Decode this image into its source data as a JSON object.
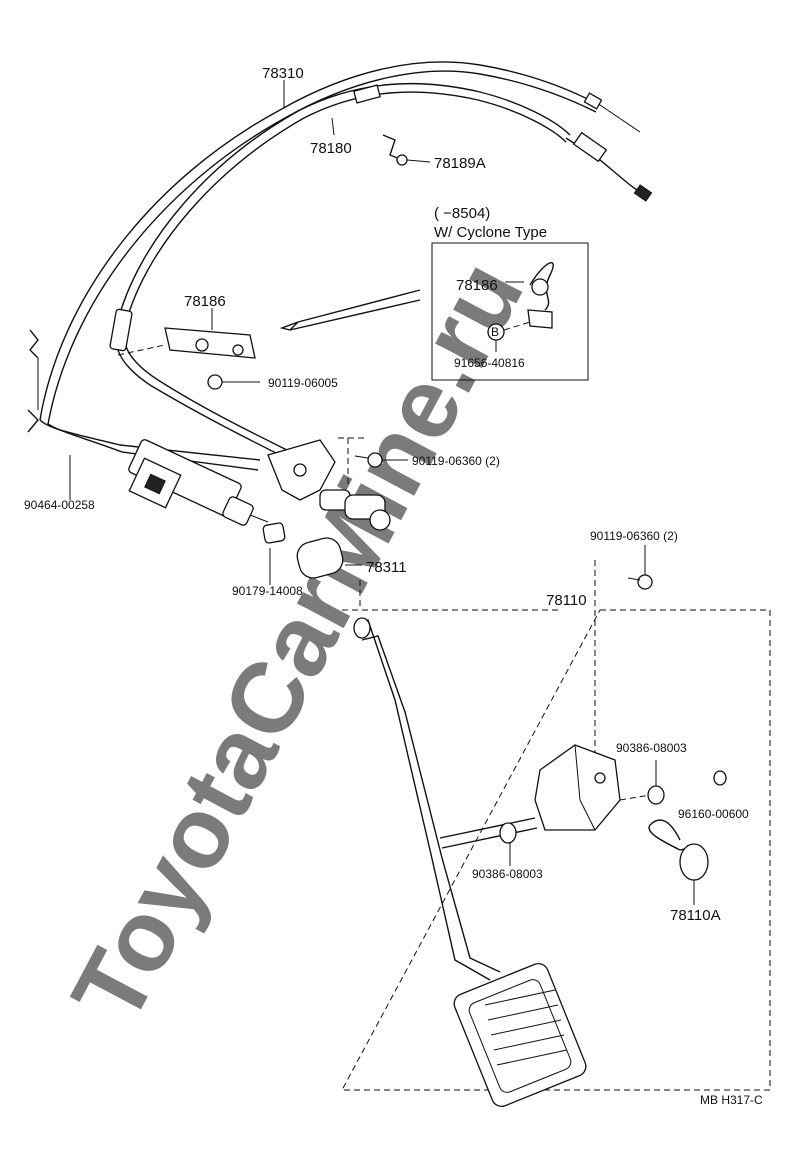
{
  "watermark": "ToyotaCarMine.ru",
  "footer_code": "MB  H317-C",
  "inset": {
    "range_label": "(        −8504)",
    "type_label": "W/ Cyclone Type",
    "parts": [
      "78186",
      "91656-40816"
    ],
    "b_marker": "B"
  },
  "parts": [
    "78310",
    "78180",
    "78189A",
    "78186",
    "90119-06005",
    "90119-06360 (2)",
    "90464-00258",
    "90179-14008",
    "78311",
    "90119-06360 (2)",
    "78110",
    "90386-08003",
    "96160-00600",
    "90386-08003",
    "78110A"
  ]
}
